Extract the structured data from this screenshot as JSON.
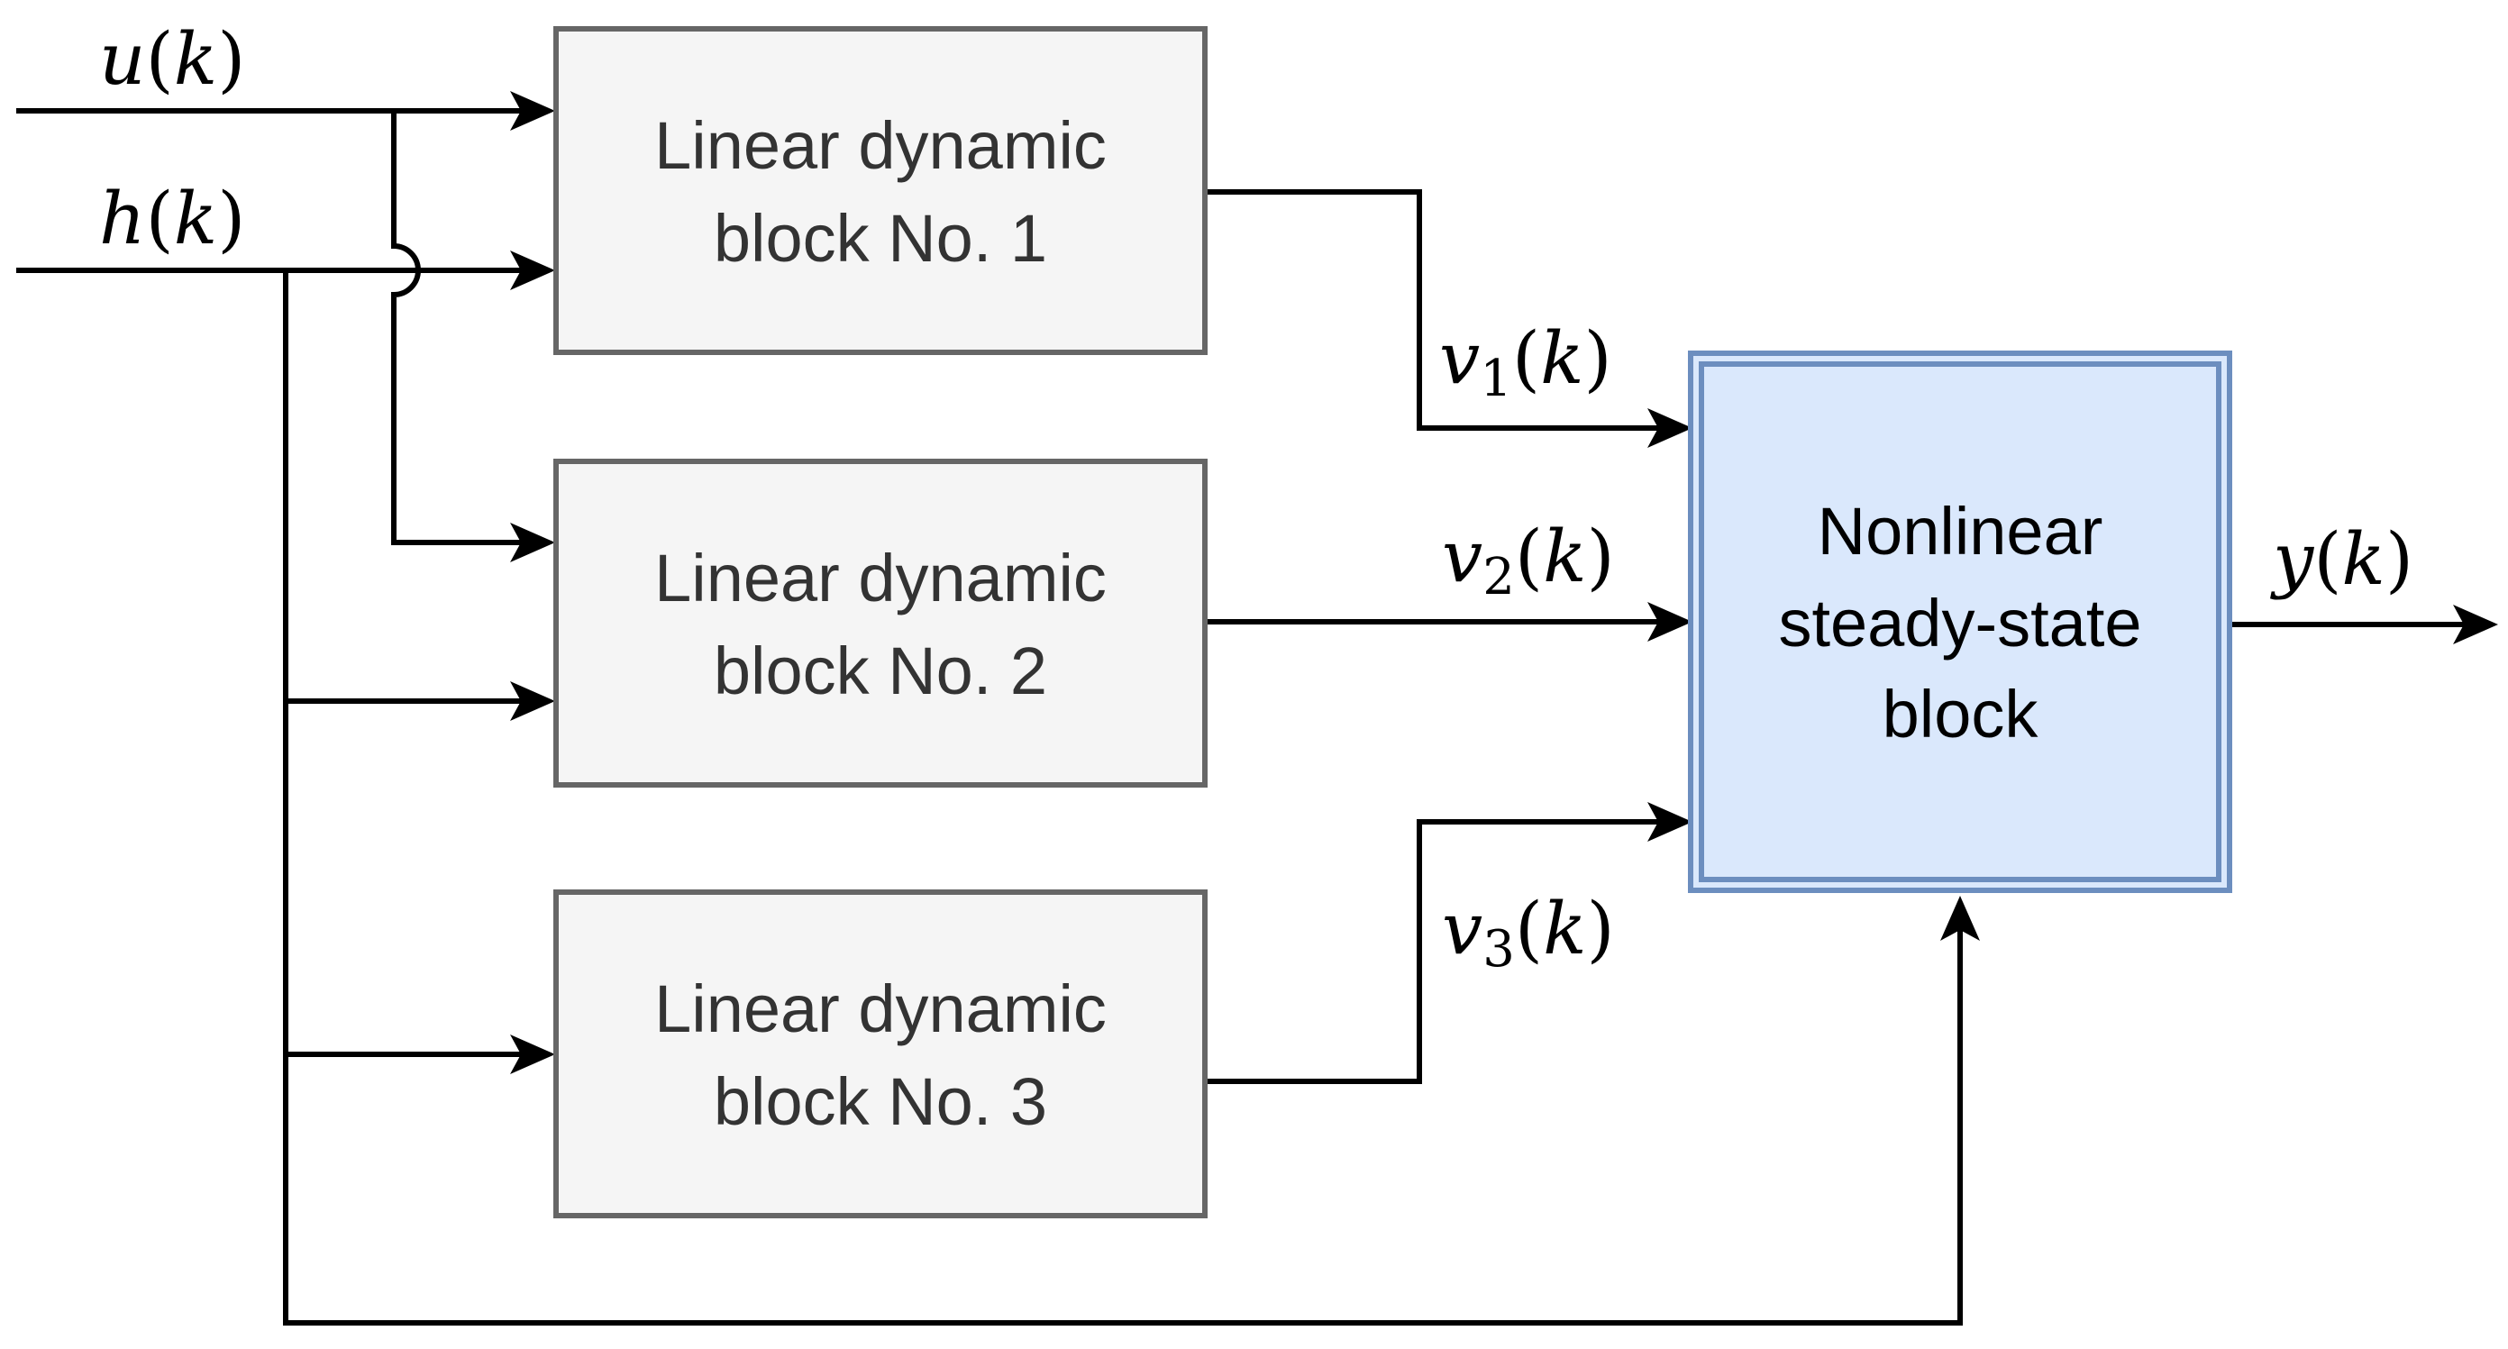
{
  "signals": {
    "u": {
      "var": "u",
      "arg": "k"
    },
    "h": {
      "var": "h",
      "arg": "k"
    },
    "v1": {
      "var": "v",
      "sub": "1",
      "arg": "k"
    },
    "v2": {
      "var": "v",
      "sub": "2",
      "arg": "k"
    },
    "v3": {
      "var": "v",
      "sub": "3",
      "arg": "k"
    },
    "y": {
      "var": "y",
      "arg": "k"
    }
  },
  "blocks": {
    "linear1": {
      "line1": "Linear dynamic",
      "line2": "block No. 1"
    },
    "linear2": {
      "line1": "Linear dynamic",
      "line2": "block No. 2"
    },
    "linear3": {
      "line1": "Linear dynamic",
      "line2": "block No. 3"
    },
    "nonlinear": {
      "line1": "Nonlinear",
      "line2": "steady-state",
      "line3": "block"
    }
  },
  "colors": {
    "linear_fill": "#f5f5f5",
    "linear_stroke": "#666666",
    "nonlinear_fill": "#dae8fc",
    "nonlinear_stroke": "#6c8ebf",
    "wire": "#000000"
  }
}
